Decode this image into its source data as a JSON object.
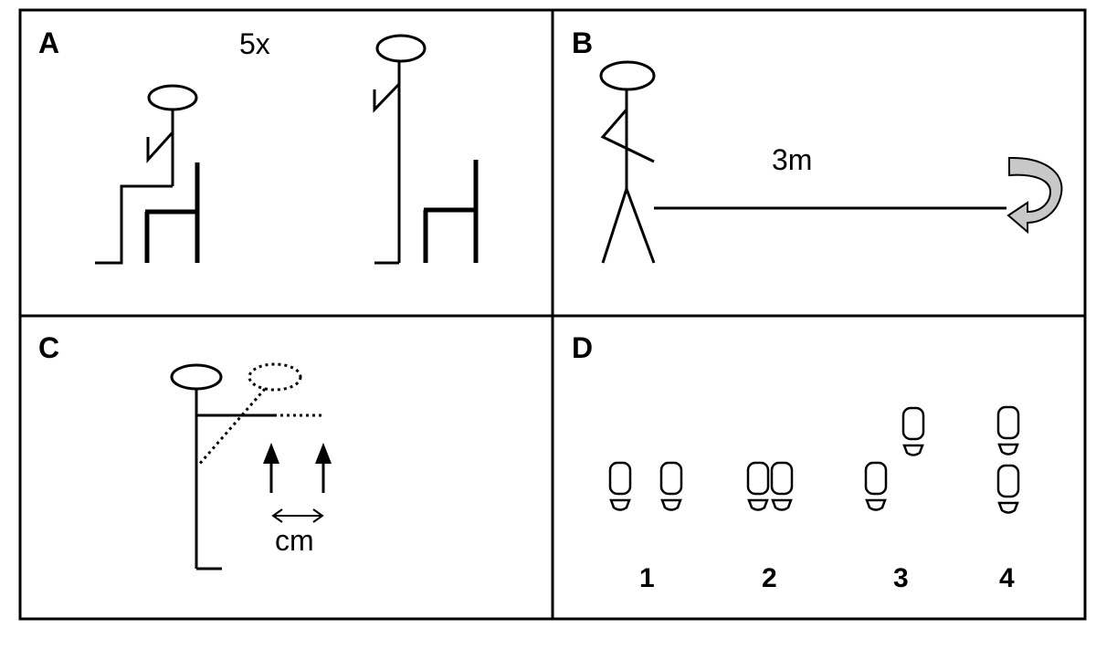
{
  "panels": {
    "a": {
      "letter": "A",
      "annotation": "5x"
    },
    "b": {
      "letter": "B",
      "annotation": "3m"
    },
    "c": {
      "letter": "C",
      "annotation": "cm"
    },
    "d": {
      "letter": "D",
      "labels": [
        "1",
        "2",
        "3",
        "4"
      ]
    }
  },
  "colors": {
    "line": "#000000",
    "background": "#ffffff",
    "turn_arrow_fill": "#c8c8c8"
  }
}
